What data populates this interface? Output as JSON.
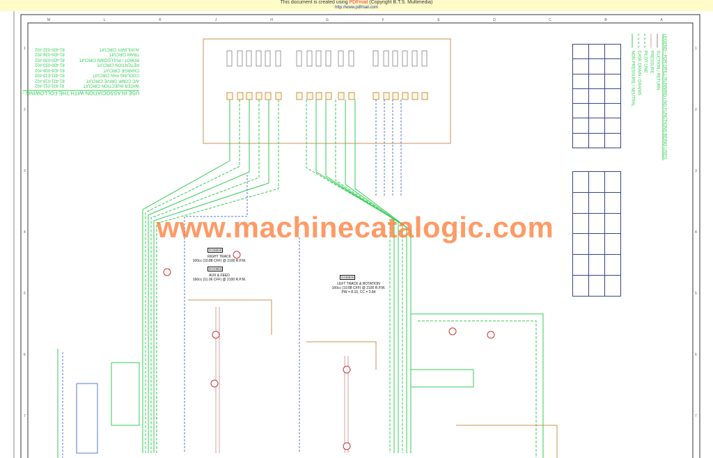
{
  "banner": {
    "line1_prefix": "This document is created using",
    "line1_brand": "PDFmail",
    "line1_suffix": "(Copyright B.T.S. Multimedia)",
    "line2": "http://www.pdfmail.com"
  },
  "watermark": "www.machinecatalogic.com",
  "association": {
    "heading": "USE IN ASSOCIATION WITH THE FOLLOWING:-",
    "items": [
      {
        "name": "WATER INJECTION CIRCUIT.",
        "code": "81-431-011-#02"
      },
      {
        "name": "A/C COMP. DRIVE CIRCUIT.",
        "code": "81-431-018-#02"
      },
      {
        "name": "COOLING FAN CIRCUIT.",
        "code": "81-431-013-#02"
      },
      {
        "name": "CHARGE CIRCUIT.",
        "code": "81-426-008-#02"
      },
      {
        "name": "RETENTION CIRCUIT.",
        "code": "81-430-053-#02"
      },
      {
        "name": "ROBOT / PULLDOWN CIRCUIT.",
        "code": "81-430-030-#02"
      },
      {
        "name": "TRAM CIRCUIT.",
        "code": "81-430-034-#02"
      },
      {
        "name": "AUXILIARY CIRCUIT.",
        "code": "81-430-032-#02"
      }
    ]
  },
  "legend": {
    "heading": "LEGEND:- FOR DRILL RUNNING / NO FUNCTIONS BEING USED.",
    "items": [
      {
        "label": "SUCTION / RETURN",
        "color": "#9a7f7f",
        "style": "solid"
      },
      {
        "label": "PRESSURE",
        "color": "#d4a0a0",
        "style": "solid"
      },
      {
        "label": "PILOT LINE",
        "color": "#33cc55",
        "style": "dashed"
      },
      {
        "label": "CASE DRAIN / DRAINS",
        "color": "#33cc55",
        "style": "dashed"
      },
      {
        "label": "NON PRESSURE / NEUTRAL",
        "color": "#33cc55",
        "style": "solid"
      }
    ]
  },
  "pumps": {
    "right_track": {
      "part": "D438849",
      "title": "RIGHT TRACK",
      "spec": "160cc (10.88 CFF) @ 2100 R.P.M."
    },
    "aux_feed": {
      "part": "D410853",
      "title": "AUX & FEED",
      "spec": "160cc (11.06 CFF) @ 2100 R.P.M."
    },
    "left_track": {
      "part": "D438849",
      "title": "LEFT TRACK & ROTATION",
      "spec": "160cc (10.88 CFF) @ 2100 R.P.M.",
      "note": "PW = 8.10, CC = 2.84"
    }
  },
  "colors": {
    "green": "#33cc55",
    "pressure": "#d4a0a0",
    "suction": "#c89050",
    "blue": "#5577cc",
    "border": "#333333",
    "watermark": "#ff7832"
  },
  "grid": {
    "columns": [
      "M",
      "L",
      "K",
      "J",
      "H",
      "G",
      "F",
      "E",
      "D",
      "C",
      "B",
      "A"
    ],
    "rows": [
      "1",
      "2",
      "3",
      "4",
      "5",
      "6",
      "7"
    ]
  }
}
